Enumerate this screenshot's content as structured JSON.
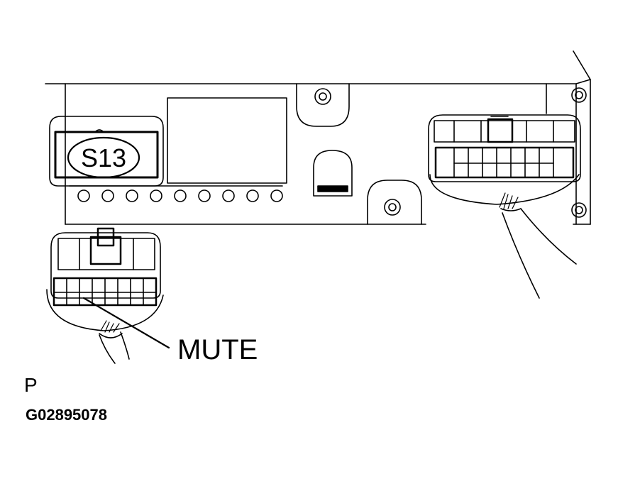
{
  "diagram": {
    "connector_id": "S13",
    "pin_label": "MUTE",
    "view_marker": "P",
    "figure_code": "G02895078",
    "line_color": "#000000",
    "background_color": "#ffffff"
  }
}
